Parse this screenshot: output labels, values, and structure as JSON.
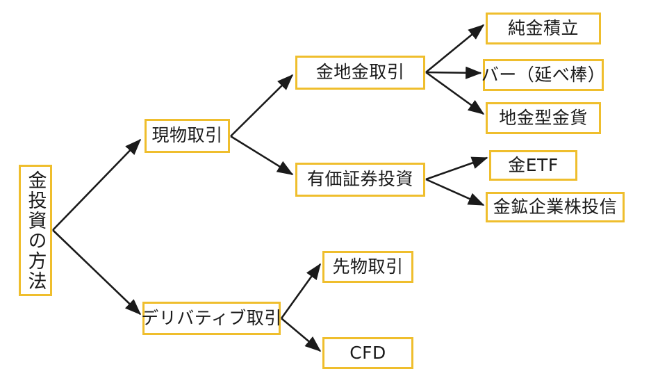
{
  "diagram": {
    "title": "金投資の方法",
    "style": {
      "box_border_color": "#efbe2d",
      "box_fill_color": "#ffffff",
      "text_color": "#1a1a1a",
      "arrow_color": "#1a1a1a",
      "background_color": "#ffffff"
    },
    "nodes": {
      "root": {
        "label": "金投資の方法",
        "orientation": "vertical"
      },
      "spot": {
        "label": "現物取引"
      },
      "derivative": {
        "label": "デリバティブ取引"
      },
      "bullion": {
        "label": "金地金取引"
      },
      "securities": {
        "label": "有価証券投資"
      },
      "futures": {
        "label": "先物取引"
      },
      "cfd": {
        "label": "CFD"
      },
      "gold_savings": {
        "label": "純金積立"
      },
      "gold_bar": {
        "label": "バー（延べ棒）"
      },
      "gold_coin": {
        "label": "地金型金貨"
      },
      "gold_etf": {
        "label": "金ETF"
      },
      "mining_fund": {
        "label": "金鉱企業株投信"
      }
    },
    "edges": [
      {
        "from": "root",
        "to": "spot"
      },
      {
        "from": "root",
        "to": "derivative"
      },
      {
        "from": "spot",
        "to": "bullion"
      },
      {
        "from": "spot",
        "to": "securities"
      },
      {
        "from": "bullion",
        "to": "gold_savings"
      },
      {
        "from": "bullion",
        "to": "gold_bar"
      },
      {
        "from": "bullion",
        "to": "gold_coin"
      },
      {
        "from": "securities",
        "to": "gold_etf"
      },
      {
        "from": "securities",
        "to": "mining_fund"
      },
      {
        "from": "derivative",
        "to": "futures"
      },
      {
        "from": "derivative",
        "to": "cfd"
      }
    ]
  }
}
